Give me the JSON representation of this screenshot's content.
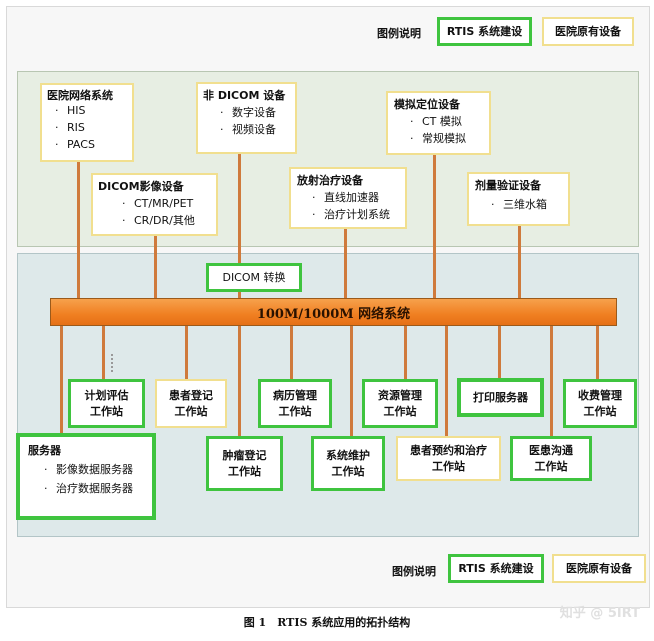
{
  "legend_top": {
    "label": "图例说明",
    "rtis": "RTIS 系统建设",
    "original": "医院原有设备"
  },
  "legend_bottom": {
    "label": "图例说明",
    "rtis": "RTIS 系统建设",
    "original": "医院原有设备"
  },
  "top_boxes": {
    "hospital_network": {
      "title": "医院网络系统",
      "items": [
        "HIS",
        "RIS",
        "PACS"
      ]
    },
    "dicom_imaging": {
      "title": "DICOM影像设备",
      "items": [
        "CT/MR/PET",
        "CR/DR/其他"
      ]
    },
    "non_dicom": {
      "title": "非 DICOM 设备",
      "items": [
        "数字设备",
        "视频设备"
      ]
    },
    "radiotherapy": {
      "title": "放射治疗设备",
      "items": [
        "直线加速器",
        "治疗计划系统"
      ]
    },
    "simulation": {
      "title": "模拟定位设备",
      "items": [
        "CT 模拟",
        "常规模拟"
      ]
    },
    "dosimetry": {
      "title": "剂量验证设备",
      "items": [
        "三维水箱"
      ]
    }
  },
  "dicom_convert": "DICOM 转换",
  "bus_label": "100M/1000M 网络系统",
  "workstations": {
    "plan_eval": [
      "计划评估",
      "工作站"
    ],
    "patient_reg": [
      "患者登记",
      "工作站"
    ],
    "medical_record": [
      "病历管理",
      "工作站"
    ],
    "resource": [
      "资源管理",
      "工作站"
    ],
    "print_server": "打印服务器",
    "fee": [
      "收费管理",
      "工作站"
    ],
    "tumor_reg": [
      "肿瘤登记",
      "工作站"
    ],
    "sys_maint": [
      "系统维护",
      "工作站"
    ],
    "appointment": [
      "患者预约和治疗",
      "工作站"
    ],
    "doctor_patient": [
      "医患沟通",
      "工作站"
    ]
  },
  "servers": {
    "title": "服务器",
    "items": [
      "影像数据服务器",
      "治疗数据服务器"
    ]
  },
  "bullet": "·",
  "caption": "图 1　RTIS 系统应用的拓扑结构",
  "watermark": "知乎 @ 5IRT",
  "colors": {
    "rtis_border": "#3fc43f",
    "original_border": "#f1df8f",
    "bus": "#f07f21",
    "connector": "#cf7a3c"
  }
}
